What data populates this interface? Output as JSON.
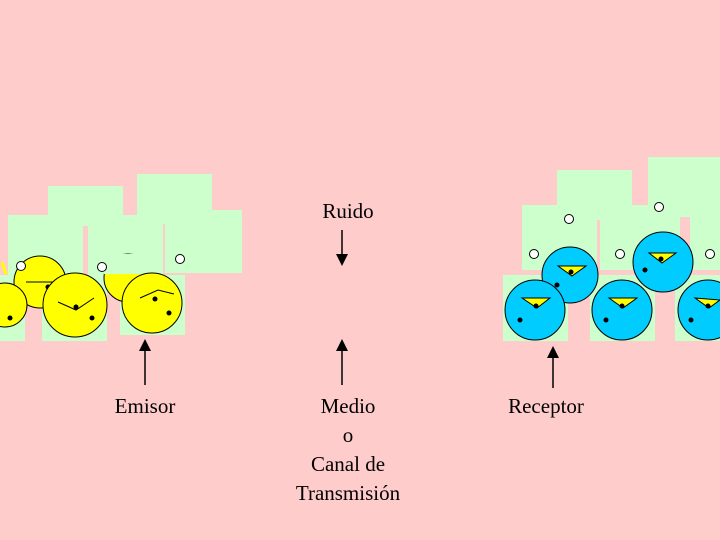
{
  "labels": {
    "ruido": "Ruido",
    "emisor": "Emisor",
    "medio_line1": "Medio",
    "medio_line2": "o",
    "medio_line3": "Canal de",
    "medio_line4": "Transmisión",
    "receptor": "Receptor"
  },
  "colors": {
    "background": "#ffcccc",
    "panel": "#ccffcc",
    "emisor_face": "#ffff00",
    "receptor_face": "#00ccff",
    "arrow": "#000000"
  }
}
